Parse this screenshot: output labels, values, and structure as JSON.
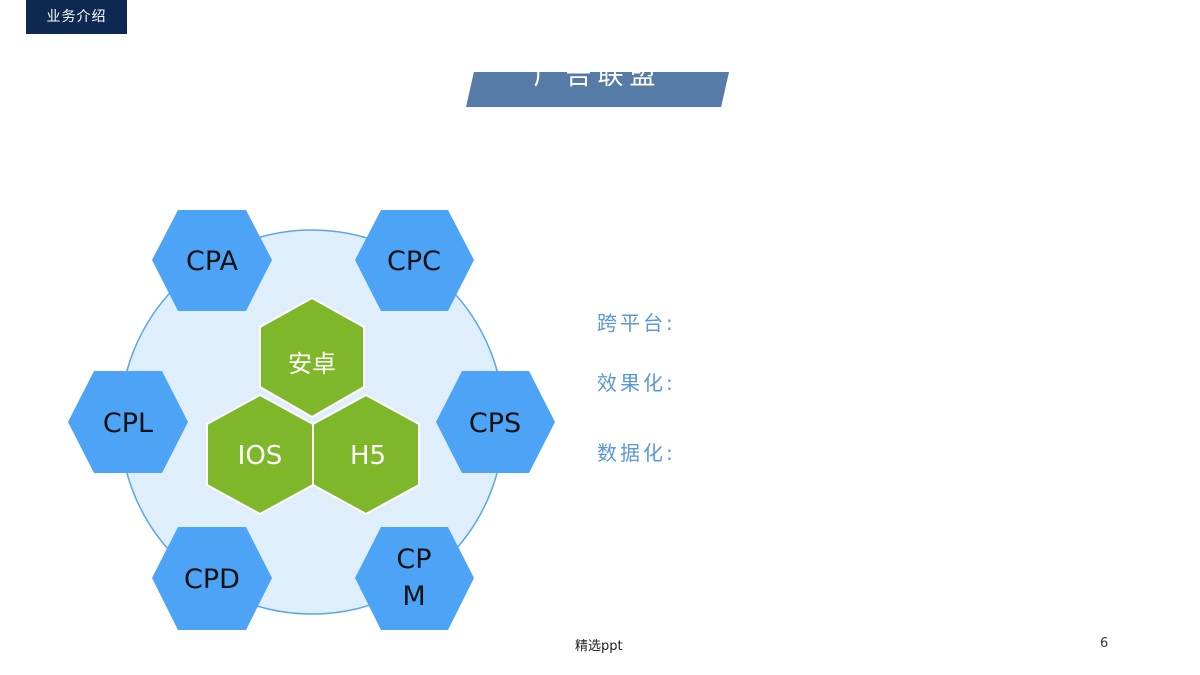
{
  "section_tag": "业务介绍",
  "title": "广告联盟",
  "outer_hexes": [
    "CPA",
    "CPC",
    "CPL",
    "CPS",
    "CPD",
    "CPM"
  ],
  "inner_hexes": [
    "安卓",
    "IOS",
    "H5"
  ],
  "features": [
    "跨平台:",
    "效果化:",
    "数据化:"
  ],
  "footer": "精选ppt",
  "page_number": "6",
  "colors": {
    "outer_hex": "#4da3f5",
    "inner_hex": "#7fb72a",
    "circle_fill": "#dfeefb",
    "circle_stroke": "#5aa6e8",
    "title_bg": "#567ba6",
    "tag_bg": "#0e2a52",
    "feature_text": "#5a98d3"
  }
}
